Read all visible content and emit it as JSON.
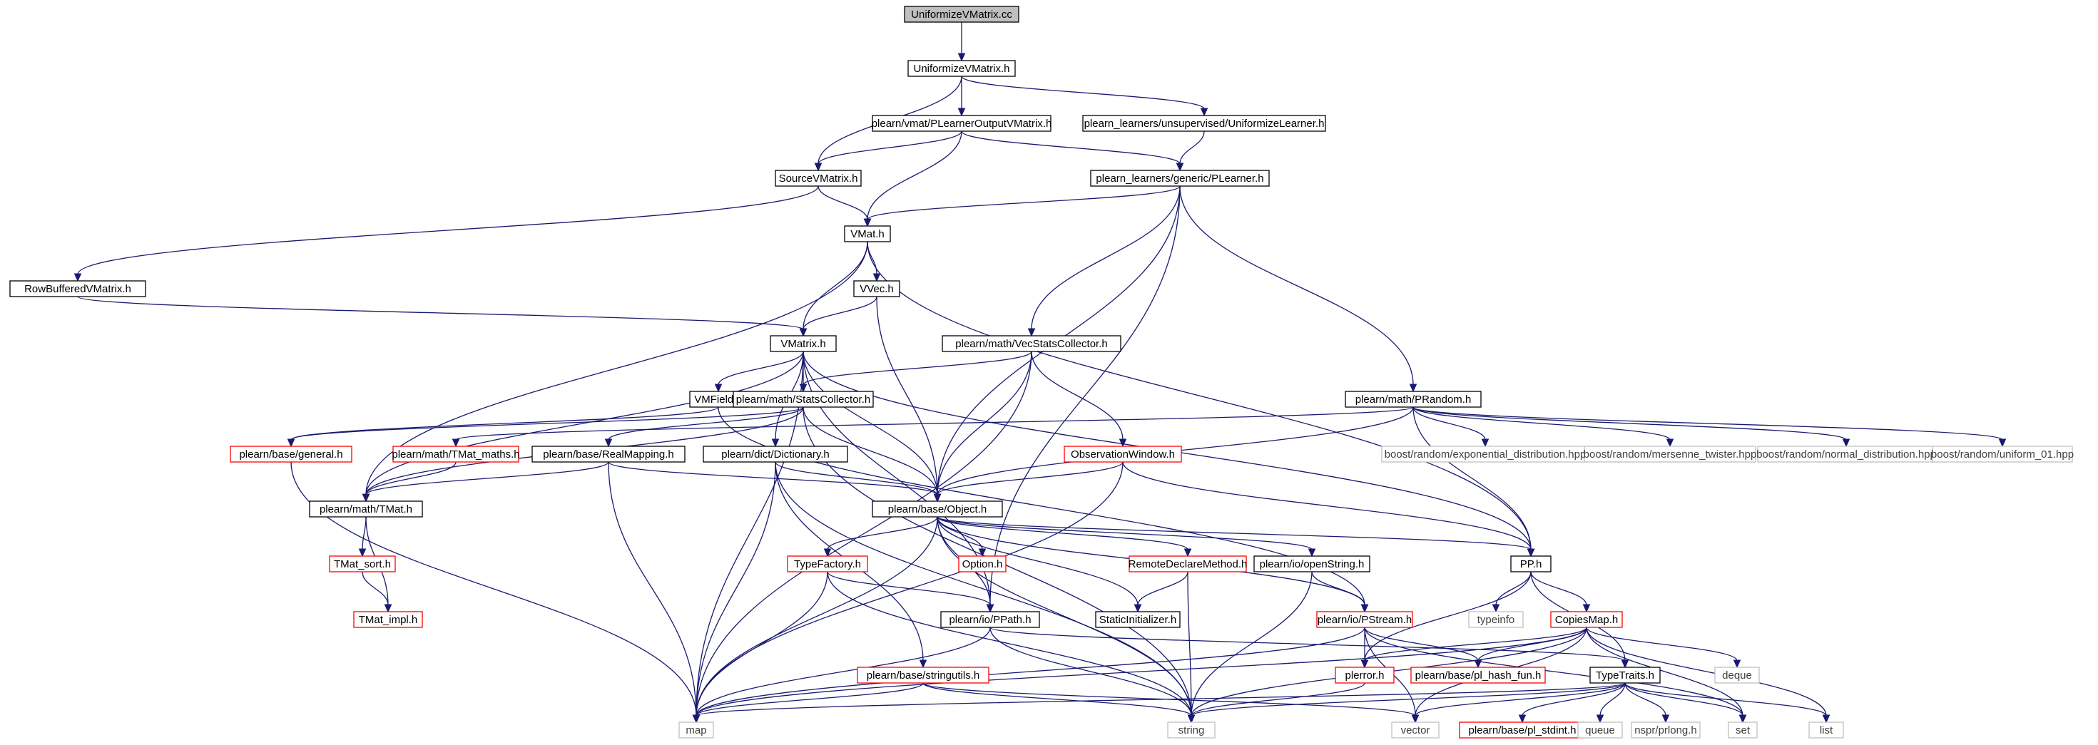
{
  "graph": {
    "title": "",
    "colors": {
      "edge": "#191970",
      "root_fill": "#bfbfbf",
      "documented_border": "#000000",
      "incomplete_border": "#ff0000",
      "external_border": "#bfbfbf",
      "external_text": "#404040"
    },
    "nodes": [
      {
        "id": "root",
        "label": "UniformizeVMatrix.cc",
        "kind": "root"
      },
      {
        "id": "uvm_h",
        "label": "UniformizeVMatrix.h",
        "kind": "documented"
      },
      {
        "id": "plovm",
        "label": "plearn/vmat/PLearnerOutputVMatrix.h",
        "kind": "documented"
      },
      {
        "id": "ulearner",
        "label": "plearn_learners/unsupervised/UniformizeLearner.h",
        "kind": "documented"
      },
      {
        "id": "source",
        "label": "SourceVMatrix.h",
        "kind": "documented"
      },
      {
        "id": "plearner",
        "label": "plearn_learners/generic/PLearner.h",
        "kind": "documented"
      },
      {
        "id": "vmat",
        "label": "VMat.h",
        "kind": "documented"
      },
      {
        "id": "rowbuf",
        "label": "RowBufferedVMatrix.h",
        "kind": "documented"
      },
      {
        "id": "vvec",
        "label": "VVec.h",
        "kind": "documented"
      },
      {
        "id": "vmatrix",
        "label": "VMatrix.h",
        "kind": "documented"
      },
      {
        "id": "vecstats",
        "label": "plearn/math/VecStatsCollector.h",
        "kind": "documented"
      },
      {
        "id": "vmfield",
        "label": "VMField.h",
        "kind": "documented"
      },
      {
        "id": "statscoll",
        "label": "plearn/math/StatsCollector.h",
        "kind": "documented"
      },
      {
        "id": "prandom",
        "label": "plearn/math/PRandom.h",
        "kind": "documented"
      },
      {
        "id": "general",
        "label": "plearn/base/general.h",
        "kind": "incomplete"
      },
      {
        "id": "tmatmaths",
        "label": "plearn/math/TMat_maths.h",
        "kind": "incomplete"
      },
      {
        "id": "realmap",
        "label": "plearn/base/RealMapping.h",
        "kind": "documented"
      },
      {
        "id": "dict",
        "label": "plearn/dict/Dictionary.h",
        "kind": "documented"
      },
      {
        "id": "obswin",
        "label": "ObservationWindow.h",
        "kind": "incomplete"
      },
      {
        "id": "boost_exp",
        "label": "boost/random/exponential_distribution.hpp",
        "kind": "external"
      },
      {
        "id": "boost_mt",
        "label": "boost/random/mersenne_twister.hpp",
        "kind": "external"
      },
      {
        "id": "boost_norm",
        "label": "boost/random/normal_distribution.hpp",
        "kind": "external"
      },
      {
        "id": "boost_uni",
        "label": "boost/random/uniform_01.hpp",
        "kind": "external"
      },
      {
        "id": "tmat",
        "label": "plearn/math/TMat.h",
        "kind": "documented"
      },
      {
        "id": "object",
        "label": "plearn/base/Object.h",
        "kind": "documented"
      },
      {
        "id": "tmatsort",
        "label": "TMat_sort.h",
        "kind": "incomplete"
      },
      {
        "id": "typefactory",
        "label": "TypeFactory.h",
        "kind": "incomplete"
      },
      {
        "id": "option",
        "label": "Option.h",
        "kind": "incomplete"
      },
      {
        "id": "remotedecl",
        "label": "RemoteDeclareMethod.h",
        "kind": "incomplete"
      },
      {
        "id": "openstring",
        "label": "plearn/io/openString.h",
        "kind": "documented"
      },
      {
        "id": "pp",
        "label": "PP.h",
        "kind": "documented"
      },
      {
        "id": "tmatimpl",
        "label": "TMat_impl.h",
        "kind": "incomplete"
      },
      {
        "id": "ppath",
        "label": "plearn/io/PPath.h",
        "kind": "documented"
      },
      {
        "id": "staticinit",
        "label": "StaticInitializer.h",
        "kind": "documented"
      },
      {
        "id": "pstream",
        "label": "plearn/io/PStream.h",
        "kind": "incomplete"
      },
      {
        "id": "typeinfo",
        "label": "typeinfo",
        "kind": "external"
      },
      {
        "id": "copiesmap",
        "label": "CopiesMap.h",
        "kind": "incomplete"
      },
      {
        "id": "stringutils",
        "label": "plearn/base/stringutils.h",
        "kind": "incomplete"
      },
      {
        "id": "plerror",
        "label": "plerror.h",
        "kind": "incomplete"
      },
      {
        "id": "plhash",
        "label": "plearn/base/pl_hash_fun.h",
        "kind": "incomplete"
      },
      {
        "id": "typetraits",
        "label": "TypeTraits.h",
        "kind": "documented"
      },
      {
        "id": "deque",
        "label": "deque",
        "kind": "external"
      },
      {
        "id": "map",
        "label": "map",
        "kind": "external"
      },
      {
        "id": "string",
        "label": "string",
        "kind": "external"
      },
      {
        "id": "vector",
        "label": "vector",
        "kind": "external"
      },
      {
        "id": "plstdint",
        "label": "plearn/base/pl_stdint.h",
        "kind": "incomplete"
      },
      {
        "id": "queue",
        "label": "queue",
        "kind": "external"
      },
      {
        "id": "nsprlong",
        "label": "nspr/prlong.h",
        "kind": "external"
      },
      {
        "id": "set",
        "label": "set",
        "kind": "external"
      },
      {
        "id": "list",
        "label": "list",
        "kind": "external"
      }
    ],
    "edges": [
      [
        "root",
        "uvm_h"
      ],
      [
        "uvm_h",
        "source"
      ],
      [
        "uvm_h",
        "plovm"
      ],
      [
        "uvm_h",
        "ulearner"
      ],
      [
        "plovm",
        "source"
      ],
      [
        "plovm",
        "vmat"
      ],
      [
        "plovm",
        "plearner"
      ],
      [
        "ulearner",
        "plearner"
      ],
      [
        "source",
        "vmat"
      ],
      [
        "source",
        "rowbuf"
      ],
      [
        "plearner",
        "vmat"
      ],
      [
        "plearner",
        "vecstats"
      ],
      [
        "plearner",
        "prandom"
      ],
      [
        "plearner",
        "object"
      ],
      [
        "plearner",
        "ppath"
      ],
      [
        "vmat",
        "vvec"
      ],
      [
        "vmat",
        "vmatrix"
      ],
      [
        "vmat",
        "tmat"
      ],
      [
        "vmat",
        "pp"
      ],
      [
        "rowbuf",
        "vmatrix"
      ],
      [
        "vvec",
        "vmatrix"
      ],
      [
        "vvec",
        "object"
      ],
      [
        "vmatrix",
        "vmfield"
      ],
      [
        "vmatrix",
        "statscoll"
      ],
      [
        "vmatrix",
        "dict"
      ],
      [
        "vmatrix",
        "object"
      ],
      [
        "vmatrix",
        "tmat"
      ],
      [
        "vmatrix",
        "ppath"
      ],
      [
        "vmatrix",
        "map"
      ],
      [
        "vmatrix",
        "pp"
      ],
      [
        "vecstats",
        "statscoll"
      ],
      [
        "vecstats",
        "obswin"
      ],
      [
        "vecstats",
        "object"
      ],
      [
        "vecstats",
        "map"
      ],
      [
        "vmfield",
        "general"
      ],
      [
        "vmfield",
        "pstream"
      ],
      [
        "statscoll",
        "general"
      ],
      [
        "statscoll",
        "realmap"
      ],
      [
        "statscoll",
        "object"
      ],
      [
        "statscoll",
        "tmat"
      ],
      [
        "statscoll",
        "string"
      ],
      [
        "prandom",
        "tmatmaths"
      ],
      [
        "prandom",
        "object"
      ],
      [
        "prandom",
        "boost_exp"
      ],
      [
        "prandom",
        "boost_mt"
      ],
      [
        "prandom",
        "boost_norm"
      ],
      [
        "prandom",
        "boost_uni"
      ],
      [
        "prandom",
        "pp"
      ],
      [
        "general",
        "map"
      ],
      [
        "tmatmaths",
        "tmat"
      ],
      [
        "realmap",
        "tmat"
      ],
      [
        "realmap",
        "object"
      ],
      [
        "realmap",
        "map"
      ],
      [
        "dict",
        "object"
      ],
      [
        "dict",
        "map"
      ],
      [
        "dict",
        "string"
      ],
      [
        "dict",
        "stringutils"
      ],
      [
        "obswin",
        "object"
      ],
      [
        "obswin",
        "pp"
      ],
      [
        "obswin",
        "map"
      ],
      [
        "tmat",
        "tmatsort"
      ],
      [
        "tmat",
        "tmatimpl"
      ],
      [
        "tmatsort",
        "tmatimpl"
      ],
      [
        "object",
        "typefactory"
      ],
      [
        "object",
        "option"
      ],
      [
        "object",
        "remotedecl"
      ],
      [
        "object",
        "openstring"
      ],
      [
        "object",
        "staticinit"
      ],
      [
        "object",
        "pp"
      ],
      [
        "object",
        "ppath"
      ],
      [
        "object",
        "pstream"
      ],
      [
        "object",
        "map"
      ],
      [
        "object",
        "string"
      ],
      [
        "typefactory",
        "ppath"
      ],
      [
        "typefactory",
        "map"
      ],
      [
        "typefactory",
        "string"
      ],
      [
        "remotedecl",
        "staticinit"
      ],
      [
        "remotedecl",
        "string"
      ],
      [
        "openstring",
        "pstream"
      ],
      [
        "openstring",
        "string"
      ],
      [
        "ppath",
        "typetraits"
      ],
      [
        "ppath",
        "map"
      ],
      [
        "ppath",
        "string"
      ],
      [
        "pstream",
        "plerror"
      ],
      [
        "pstream",
        "plhash"
      ],
      [
        "pstream",
        "map"
      ],
      [
        "pstream",
        "set"
      ],
      [
        "pstream",
        "vector"
      ],
      [
        "pp",
        "typeinfo"
      ],
      [
        "pp",
        "copiesmap"
      ],
      [
        "pp",
        "typetraits"
      ],
      [
        "pp",
        "plerror"
      ],
      [
        "copiesmap",
        "plerror"
      ],
      [
        "copiesmap",
        "plhash"
      ],
      [
        "copiesmap",
        "deque"
      ],
      [
        "copiesmap",
        "map"
      ],
      [
        "copiesmap",
        "set"
      ],
      [
        "copiesmap",
        "vector"
      ],
      [
        "copiesmap",
        "list"
      ],
      [
        "copiesmap",
        "string"
      ],
      [
        "stringutils",
        "map"
      ],
      [
        "stringutils",
        "string"
      ],
      [
        "stringutils",
        "vector"
      ],
      [
        "plerror",
        "string"
      ],
      [
        "typetraits",
        "map"
      ],
      [
        "typetraits",
        "string"
      ],
      [
        "typetraits",
        "vector"
      ],
      [
        "typetraits",
        "plstdint"
      ],
      [
        "typetraits",
        "queue"
      ],
      [
        "typetraits",
        "nsprlong"
      ],
      [
        "typetraits",
        "set"
      ],
      [
        "typetraits",
        "list"
      ]
    ]
  }
}
